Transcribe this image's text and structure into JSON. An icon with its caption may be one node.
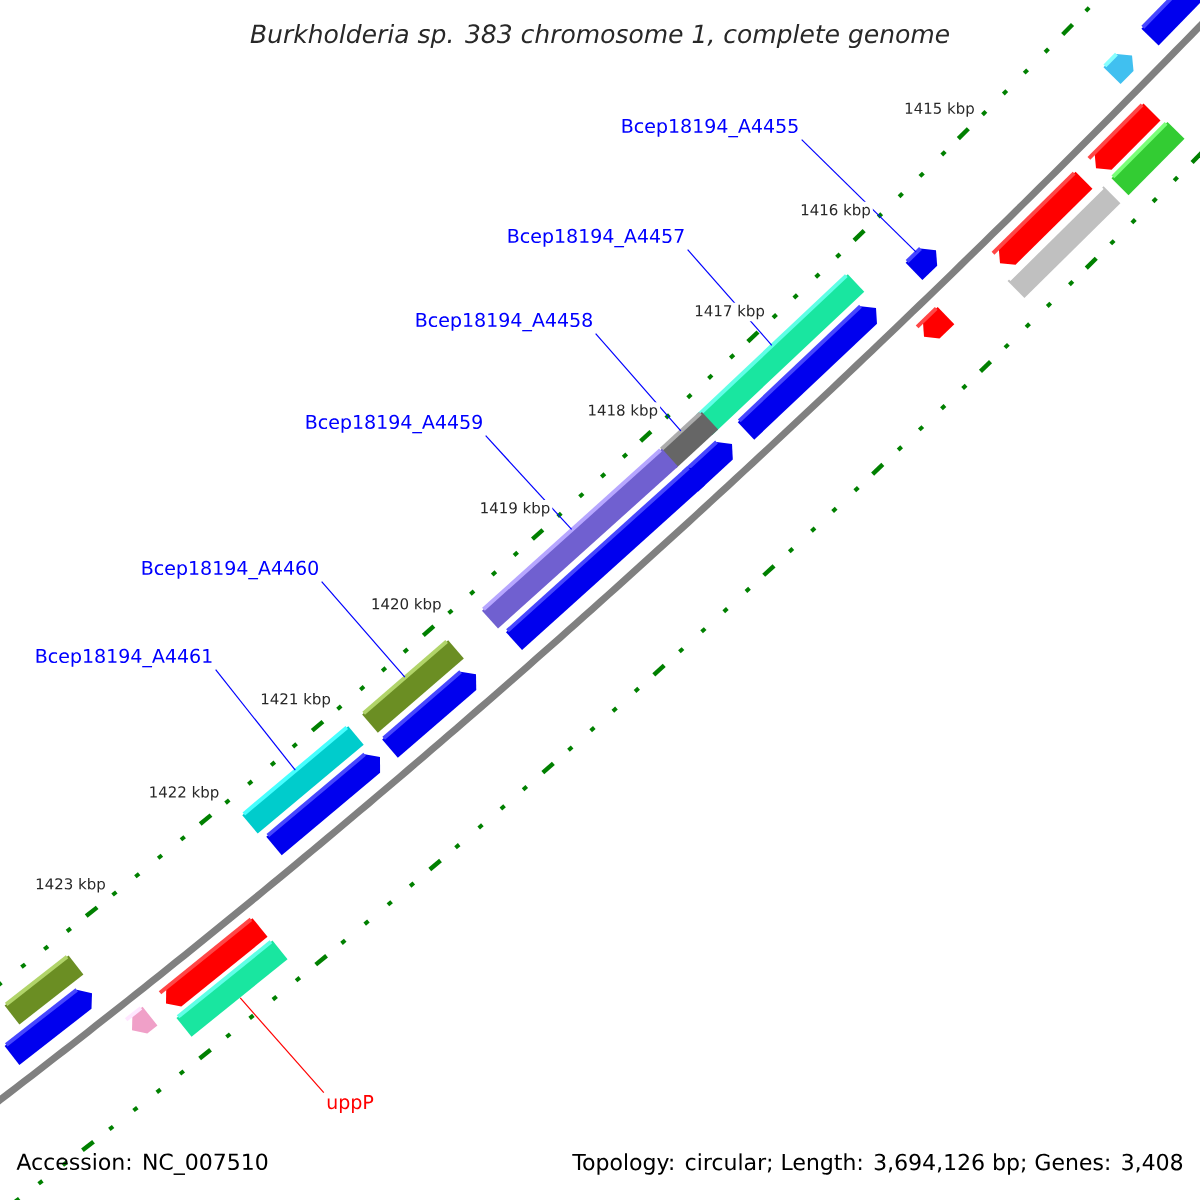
{
  "diagram": {
    "title": "Burkholderia sp. 383 chromosome 1, complete genome",
    "nodes": [
      {
        "text": [
          "Bcep18194_A4455"
        ]
      },
      {
        "text": [
          "Bcep18194_A4457"
        ]
      },
      {
        "text": [
          "Bcep18194_A4458"
        ]
      },
      {
        "text": [
          "Bcep18194_A4459"
        ]
      },
      {
        "text": [
          "Bcep18194_A4460"
        ]
      },
      {
        "text": [
          "Bcep18194_A4461"
        ]
      },
      {
        "text": [
          "uppP"
        ]
      },
      {
        "text": [],
        "shape": "bar"
      },
      {
        "text": [],
        "shape": "bar"
      },
      {
        "text": [],
        "shape": "bar"
      },
      {
        "text": [],
        "shape": "bar"
      },
      {
        "text": [],
        "shape": "bar"
      },
      {
        "text": [],
        "shape": "bar"
      },
      {
        "text": [],
        "shape": "bar"
      },
      {
        "text": [],
        "shape": "bar"
      },
      {
        "text": [],
        "shape": "bar"
      },
      {
        "text": [],
        "shape": "bar"
      },
      {
        "text": [],
        "shape": "bar"
      },
      {
        "text": [],
        "shape": "bar"
      },
      {
        "text": [],
        "shape": "bar"
      },
      {
        "text": [],
        "shape": "bar"
      },
      {
        "text": [],
        "shape": "bar"
      },
      {
        "text": [],
        "shape": "bar"
      },
      {
        "text": [],
        "shape": "bar"
      },
      {
        "text": [],
        "shape": "bar"
      },
      {
        "text": [],
        "shape": "bar"
      },
      {
        "text": [],
        "shape": "bar"
      },
      {
        "text": [],
        "shape": "bar"
      },
      {
        "text": [],
        "shape": "bar"
      },
      {
        "text": [],
        "shape": "bar"
      }
    ],
    "edges": [
      {
        "from": 0,
        "to": 13,
        "arrow": "none"
      },
      {
        "from": 1,
        "to": 15,
        "arrow": "none"
      },
      {
        "from": 2,
        "to": 17,
        "arrow": "none"
      },
      {
        "from": 3,
        "to": 19,
        "arrow": "none"
      },
      {
        "from": 4,
        "to": 21,
        "arrow": "none"
      },
      {
        "from": 5,
        "to": 23,
        "arrow": "none"
      },
      {
        "from": 6,
        "to": 26,
        "arrow": "none",
        "color": "#ff0000"
      }
    ],
    "labels": [
      "1415 kbp",
      "1416 kbp",
      "1417 kbp",
      "1418 kbp",
      "1419 kbp",
      "1420 kbp",
      "1421 kbp",
      "1422 kbp",
      "1423 kbp",
      "Accession: NC_007510",
      "Topology: circular; Length: 3,694,126 bp; Genes: 3,408"
    ]
  }
}
